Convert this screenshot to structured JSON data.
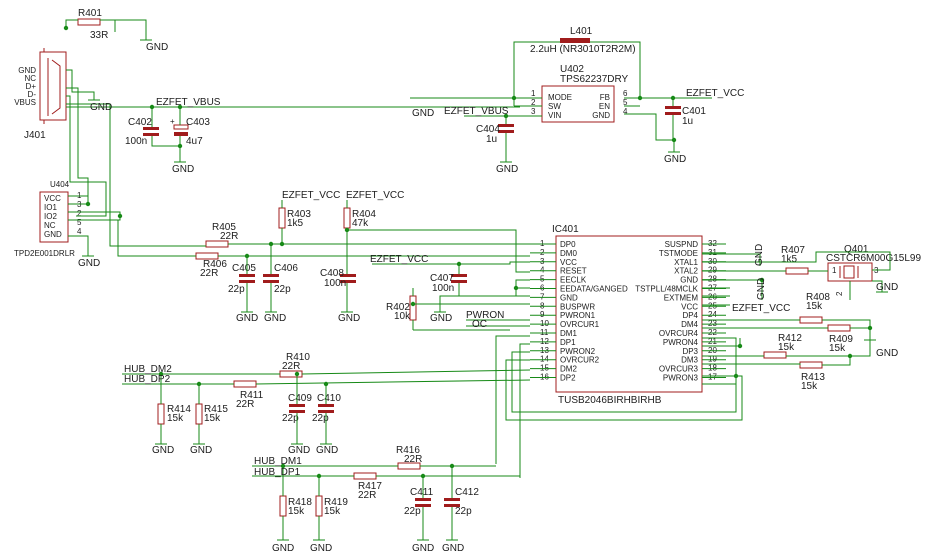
{
  "colors": {
    "wire": "#178a17",
    "body": "#a01c1c",
    "text": "#202020"
  },
  "j401": {
    "ref": "J401",
    "pins": [
      "GND",
      "NC",
      "D+",
      "D-",
      "VBUS"
    ]
  },
  "u404": {
    "ref": "U404",
    "part": "TPD2E001DRLR",
    "pins": [
      "VCC",
      "IO1",
      "IO2",
      "NC",
      "GND"
    ],
    "nums": [
      "1",
      "3",
      "2",
      "5",
      "4"
    ]
  },
  "u402": {
    "ref": "U402",
    "part": "TPS62237DRY",
    "left": [
      "MODE",
      "SW",
      "VIN"
    ],
    "left_nums": [
      "1",
      "2",
      "3"
    ],
    "right": [
      "FB",
      "EN",
      "GND"
    ],
    "right_nums": [
      "6",
      "5",
      "4"
    ]
  },
  "l401": {
    "ref": "L401",
    "value": "2.2uH (NR3010T2R2M)"
  },
  "ic401": {
    "ref": "IC401",
    "part": "TUSB2046BIRHBIRHB",
    "left": [
      "DP0",
      "DM0",
      "VCC",
      "RESET",
      "EECLK",
      "EEDATA/GANGED",
      "GND",
      "BUSPWR",
      "PWRON1",
      "OVRCUR1",
      "DM1",
      "DP1",
      "PWRON2",
      "OVRCUR2",
      "DM2",
      "DP2"
    ],
    "left_nums": [
      "1",
      "2",
      "3",
      "4",
      "5",
      "6",
      "7",
      "8",
      "9",
      "10",
      "11",
      "12",
      "13",
      "14",
      "15",
      "16"
    ],
    "right": [
      "SUSPND",
      "TSTMODE",
      "XTAL1",
      "XTAL2",
      "GND",
      "TSTPLL/48MCLK",
      "EXTMEM",
      "VCC",
      "DP4",
      "DM4",
      "OVRCUR4",
      "PWRON4",
      "DP3",
      "DM3",
      "OVRCUR3",
      "PWRON3"
    ],
    "right_nums": [
      "32",
      "31",
      "30",
      "29",
      "28",
      "27",
      "26",
      "25",
      "24",
      "23",
      "22",
      "21",
      "20",
      "19",
      "18",
      "17"
    ]
  },
  "q401": {
    "ref": "Q401",
    "part": "CSTCR6M00G15L99",
    "pins": [
      "1",
      "2",
      "3"
    ]
  },
  "parts": [
    {
      "ref": "R401",
      "value": "33R"
    },
    {
      "ref": "C402",
      "value": "100n"
    },
    {
      "ref": "C403",
      "value": "4u7"
    },
    {
      "ref": "C404",
      "value": "1u"
    },
    {
      "ref": "C401",
      "value": "1u"
    },
    {
      "ref": "R403",
      "value": "1k5"
    },
    {
      "ref": "R404",
      "value": "47k"
    },
    {
      "ref": "R405",
      "value": "22R"
    },
    {
      "ref": "R406",
      "value": "22R"
    },
    {
      "ref": "C405",
      "value": "22p"
    },
    {
      "ref": "C406",
      "value": "22p"
    },
    {
      "ref": "C408",
      "value": "100n"
    },
    {
      "ref": "C407",
      "value": "100n"
    },
    {
      "ref": "R402",
      "value": "10k"
    },
    {
      "ref": "R407",
      "value": "1k5"
    },
    {
      "ref": "R408",
      "value": "15k"
    },
    {
      "ref": "R409",
      "value": "15k"
    },
    {
      "ref": "R412",
      "value": "15k"
    },
    {
      "ref": "R413",
      "value": "15k"
    },
    {
      "ref": "R410",
      "value": "22R"
    },
    {
      "ref": "R411",
      "value": "22R"
    },
    {
      "ref": "R414",
      "value": "15k"
    },
    {
      "ref": "R415",
      "value": "15k"
    },
    {
      "ref": "C409",
      "value": "22p"
    },
    {
      "ref": "C410",
      "value": "22p"
    },
    {
      "ref": "R416",
      "value": "22R"
    },
    {
      "ref": "R417",
      "value": "22R"
    },
    {
      "ref": "R418",
      "value": "15k"
    },
    {
      "ref": "R419",
      "value": "15k"
    },
    {
      "ref": "C411",
      "value": "22p"
    },
    {
      "ref": "C412",
      "value": "22p"
    }
  ],
  "labels": {
    "gnd": "GND",
    "vbus": "EZFET_VBUS",
    "vcc": "EZFET_VCC",
    "pwron": "PWRON",
    "oc": "OC",
    "hub_dm2": "HUB_DM2",
    "hub_dp2": "HUB_DP2",
    "hub_dm1": "HUB_DM1",
    "hub_dp1": "HUB_DP1"
  }
}
